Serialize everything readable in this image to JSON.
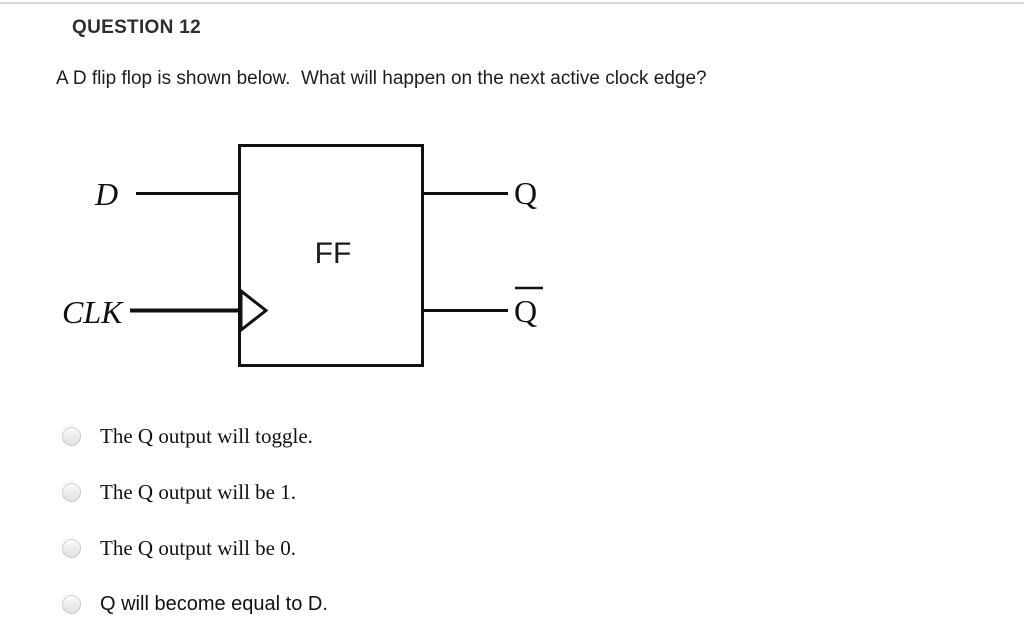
{
  "page": {
    "background_color": "#ffffff",
    "divider_color": "#d7d7d7"
  },
  "header": {
    "title": "QUESTION 12"
  },
  "prompt": {
    "text": "A D flip flop is shown below.  What will happen on the next active clock edge?"
  },
  "diagram": {
    "type": "d-flip-flop-block",
    "body_label": "FF",
    "line_color": "#111111",
    "inputs": [
      {
        "label": "D",
        "style": "serif-italic"
      },
      {
        "label": "CLK",
        "style": "serif-italic",
        "marker": "clock-triangle"
      }
    ],
    "outputs": [
      {
        "label": "Q",
        "style": "serif",
        "overbar": false
      },
      {
        "label": "Q",
        "style": "serif",
        "overbar": true
      }
    ]
  },
  "answers": {
    "input_type": "radio",
    "selected_index": null,
    "options": [
      {
        "label": "The Q output will toggle.",
        "font": "serif",
        "selected": false
      },
      {
        "label": "The Q output will be 1.",
        "font": "serif",
        "selected": false
      },
      {
        "label": "The Q output will be 0.",
        "font": "serif",
        "selected": false
      },
      {
        "label": "Q will become equal to D.",
        "font": "sans",
        "selected": false
      }
    ]
  }
}
